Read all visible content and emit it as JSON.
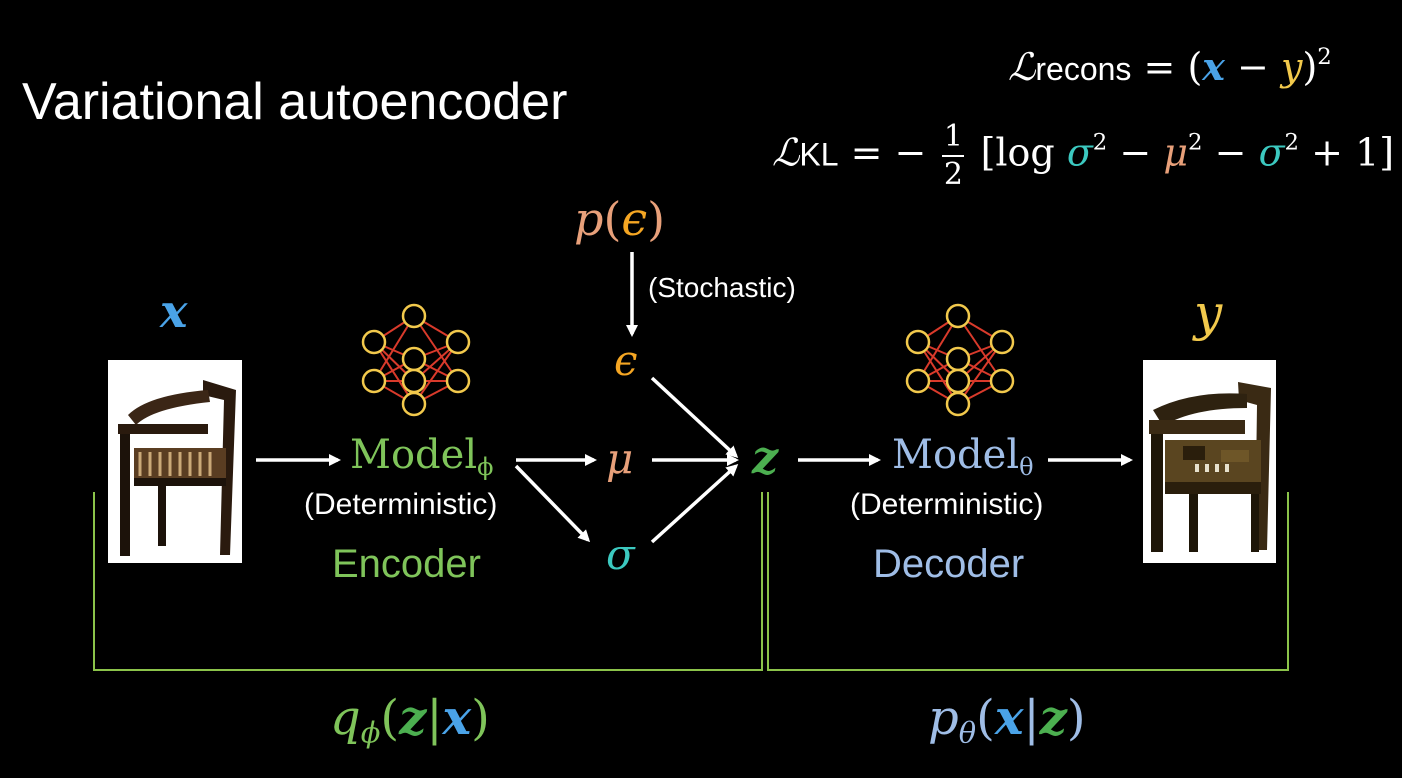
{
  "title": "Variational autoencoder",
  "loss_recons": {
    "lhs_symbol": "ℒ",
    "lhs_sub": "recons",
    "eq": "=",
    "open": "(",
    "x": "x",
    "minus": "−",
    "y": "y",
    "close": ")",
    "exp": "2"
  },
  "loss_kl": {
    "lhs_symbol": "ℒ",
    "lhs_sub": "KL",
    "eq": "= −",
    "frac_num": "1",
    "frac_den": "2",
    "open": "[log",
    "sigma": "σ",
    "exp": "2",
    "minus1": "−",
    "mu": "μ",
    "minus2": "−",
    "plus_one": "+ 1]"
  },
  "prior": {
    "p": "p",
    "open": "(",
    "eps": "ϵ",
    "close": ")"
  },
  "stochastic_label": "(Stochastic)",
  "input_var": "x",
  "output_var": "y",
  "encoder": {
    "model": "Model",
    "sub": "ϕ",
    "kind": "(Deterministic)",
    "label": "Encoder"
  },
  "decoder": {
    "model": "Model",
    "sub": "θ",
    "kind": "(Deterministic)",
    "label": "Decoder"
  },
  "mu": "μ",
  "sigma": "σ",
  "epsilon": "ϵ",
  "z": "z",
  "q_expr": {
    "q": "q",
    "sub": "ϕ",
    "open": "(",
    "z": "z",
    "bar": "|",
    "x": "x",
    "close": ")"
  },
  "p_expr": {
    "p": "p",
    "sub": "θ",
    "open": "(",
    "x": "x",
    "bar": "|",
    "z": "z",
    "close": ")"
  },
  "colors": {
    "background": "#000000",
    "x_blue": "#4aa3e8",
    "y_yellow": "#f2c94c",
    "green": "#7fc45a",
    "z_green": "#4caf50",
    "decoder_blue": "#9fbde6",
    "mu_salmon": "#e8a07a",
    "sigma_teal": "#3cc9c0",
    "eps_orange": "#f5a623",
    "prior_salmon": "#e8a07a",
    "net_node": "#f2c94c",
    "net_edge": "#d93a2b",
    "bracket": "#8bc34a"
  }
}
